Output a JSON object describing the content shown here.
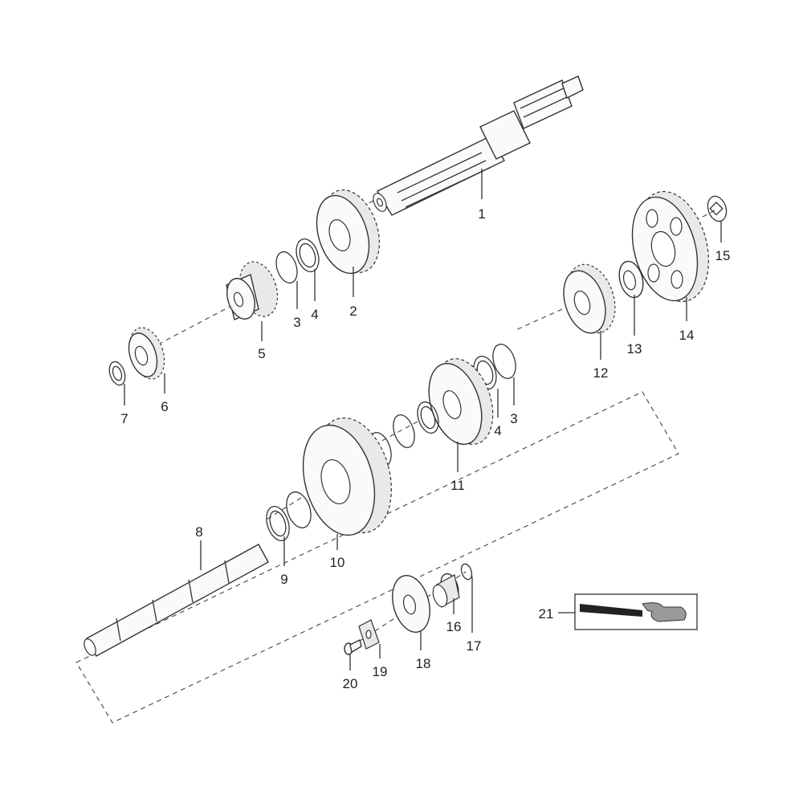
{
  "callouts": {
    "c1": "1",
    "c2": "2",
    "c3a": "3",
    "c4a": "4",
    "c5": "5",
    "c6": "6",
    "c7": "7",
    "c8": "8",
    "c9": "9",
    "c10": "10",
    "c11": "11",
    "c4b": "4",
    "c3b": "3",
    "c12": "12",
    "c13": "13",
    "c14": "14",
    "c15": "15",
    "c16": "16",
    "c17": "17",
    "c18": "18",
    "c19": "19",
    "c20": "20",
    "c21": "21"
  }
}
